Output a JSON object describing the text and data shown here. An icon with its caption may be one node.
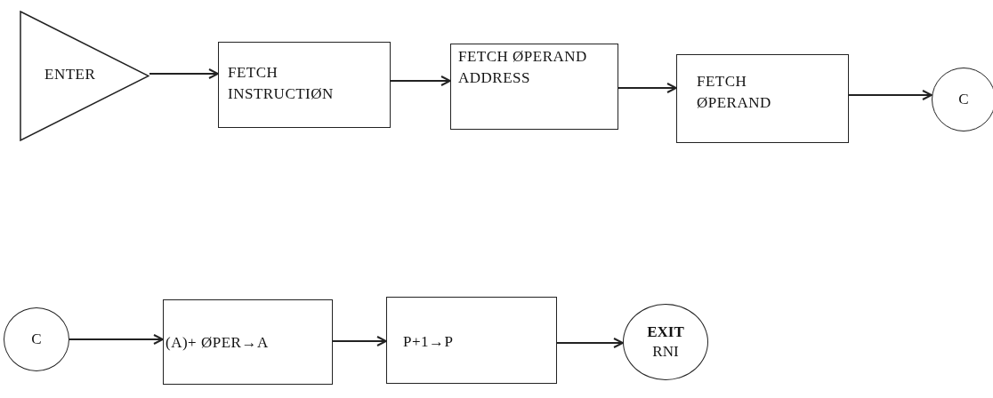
{
  "diagram": {
    "nodes": [
      {
        "text": [
          "ENTER"
        ]
      },
      {
        "text": [
          "FETCH INSTRUCTIØN"
        ]
      },
      {
        "text": [
          "FETCH ØPERAND ADDRESS"
        ]
      },
      {
        "text": [
          "FETCH ØPERAND"
        ]
      },
      {
        "text": [
          "C"
        ]
      },
      {
        "text": [
          "C"
        ]
      },
      {
        "text": [
          "(A)+ ØPER→A"
        ]
      },
      {
        "text": [
          "P+1→P"
        ]
      },
      {
        "text": [
          "EXIT",
          "RNI"
        ]
      }
    ],
    "edges": [
      {
        "from": 0,
        "to": 1,
        "arrow": "to"
      },
      {
        "from": 1,
        "to": 2,
        "arrow": "to"
      },
      {
        "from": 2,
        "to": 3,
        "arrow": "to"
      },
      {
        "from": 3,
        "to": 4,
        "arrow": "to"
      },
      {
        "from": 5,
        "to": 6,
        "arrow": "to"
      },
      {
        "from": 6,
        "to": 7,
        "arrow": "to"
      },
      {
        "from": 7,
        "to": 8,
        "arrow": "to"
      }
    ]
  }
}
